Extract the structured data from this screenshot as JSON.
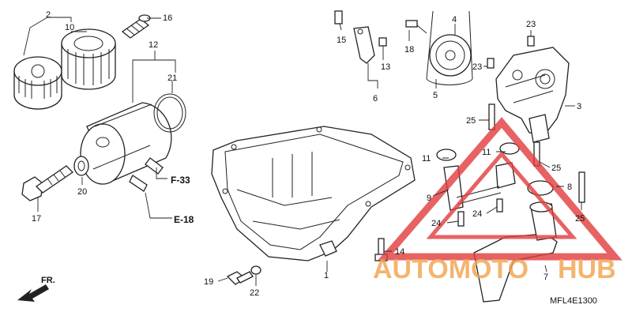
{
  "diagram": {
    "code": "MFL4E1300",
    "direction_label": "FR.",
    "refs": {
      "f33": "F-33",
      "e18": "E-18"
    },
    "labels": {
      "n1": "1",
      "n2": "2",
      "n3": "3",
      "n4": "4",
      "n5": "5",
      "n6": "6",
      "n7": "7",
      "n8": "8",
      "n9": "9",
      "n10": "10",
      "n11a": "11",
      "n11b": "11",
      "n12": "12",
      "n13": "13",
      "n14": "14",
      "n15": "15",
      "n16": "16",
      "n17": "17",
      "n18": "18",
      "n19": "19",
      "n20": "20",
      "n21": "21",
      "n22": "22",
      "n23a": "23",
      "n23b": "23",
      "n24a": "24",
      "n24b": "24",
      "n25a": "25",
      "n25b": "25",
      "n25c": "25"
    },
    "watermark": {
      "part1": "AUTOMOTO",
      "part2": "HUB",
      "color_main": "#f2a24a",
      "color_accent": "#e23b3b"
    }
  }
}
